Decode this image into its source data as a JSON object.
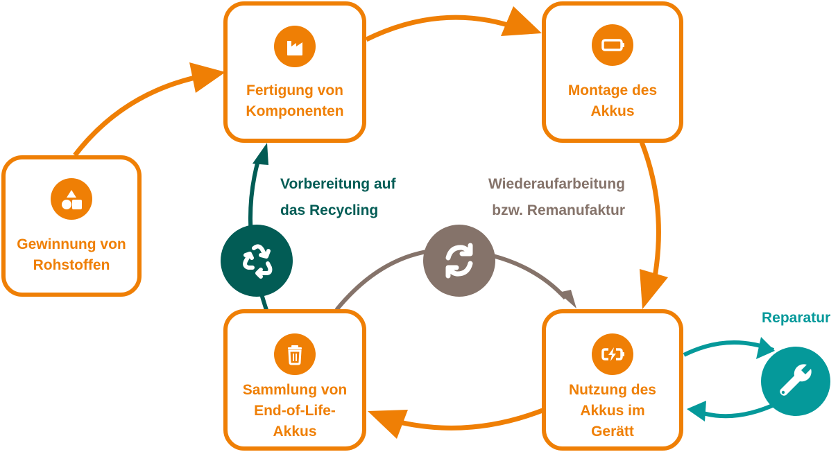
{
  "title": "Akku-Lebenszyklus (Kreislaufwirtschaft)",
  "colors": {
    "primary_orange": "#ef7f05",
    "recycling_teal": "#025c55",
    "remanufacturing_brown": "#85736a",
    "repair_teal": "#05999a",
    "background": "#ffffff"
  },
  "stages": {
    "raw_materials": {
      "label": "Gewinnung von\nRohstoffen",
      "icon": "shapes-icon"
    },
    "components": {
      "label": "Fertigung von\nKomponenten",
      "icon": "factory-icon"
    },
    "assembly": {
      "label": "Montage des\nAkkus",
      "icon": "battery-icon"
    },
    "usage": {
      "label": "Nutzung des\nAkkus im\nGerätt",
      "icon": "battery-charging-icon"
    },
    "collection": {
      "label": "Sammlung von\nEnd-of-Life-\nAkkus",
      "icon": "trash-icon"
    }
  },
  "loops": {
    "recycling": {
      "label": "Vorbereitung auf\ndas Recycling",
      "icon": "recycle-icon"
    },
    "remanufacturing": {
      "label": "Wiederaufarbeitung\nbzw. Remanufaktur",
      "icon": "refresh-icon"
    },
    "repair": {
      "label": "Reparatur",
      "icon": "wrench-icon"
    }
  },
  "flow": [
    [
      "raw_materials",
      "components"
    ],
    [
      "components",
      "assembly"
    ],
    [
      "assembly",
      "usage"
    ],
    [
      "usage",
      "collection"
    ],
    [
      "collection",
      "components",
      "recycling"
    ],
    [
      "collection",
      "usage",
      "remanufacturing"
    ],
    [
      "usage",
      "usage",
      "repair"
    ]
  ]
}
